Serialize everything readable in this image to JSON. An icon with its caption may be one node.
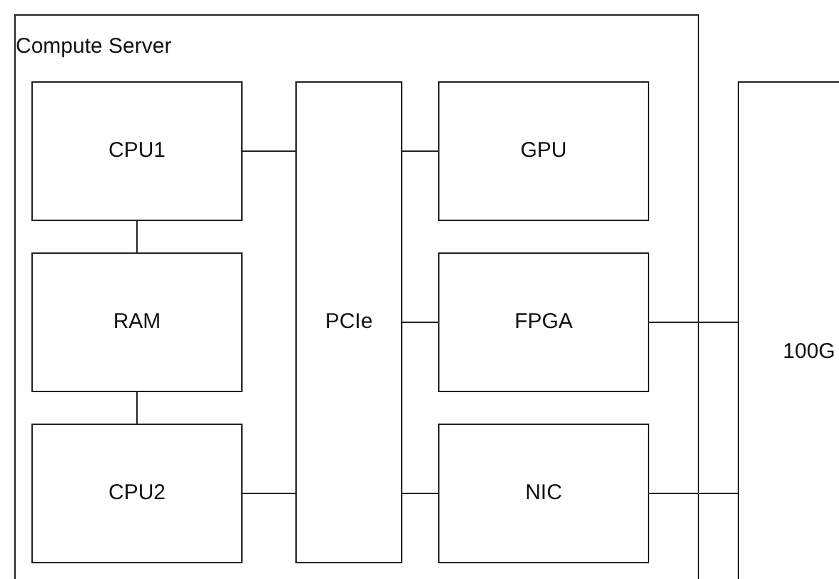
{
  "diagram": {
    "nodes": [
      {
        "text": [
          "Compute Server"
        ]
      },
      {
        "text": [
          "CPU1"
        ],
        "in": 0
      },
      {
        "text": [
          "RAM"
        ],
        "in": 0
      },
      {
        "text": [
          "CPU2"
        ],
        "in": 0
      },
      {
        "text": [
          "PCIe"
        ],
        "in": 0
      },
      {
        "text": [
          "GPU"
        ],
        "in": 0
      },
      {
        "text": [
          "FPGA"
        ],
        "in": 0
      },
      {
        "text": [
          "NIC"
        ],
        "in": 0
      },
      {
        "text": [
          "100G"
        ]
      }
    ],
    "edges": [
      {
        "from": 1,
        "to": 2,
        "arrow": "none"
      },
      {
        "from": 2,
        "to": 3,
        "arrow": "none"
      },
      {
        "from": 1,
        "to": 4,
        "arrow": "none"
      },
      {
        "from": 4,
        "to": 5,
        "arrow": "none"
      },
      {
        "from": 4,
        "to": 6,
        "arrow": "none"
      },
      {
        "from": 3,
        "to": 4,
        "arrow": "none"
      },
      {
        "from": 4,
        "to": 7,
        "arrow": "none"
      },
      {
        "from": 6,
        "to": 8,
        "arrow": "none"
      },
      {
        "from": 7,
        "to": 8,
        "arrow": "none"
      }
    ]
  }
}
